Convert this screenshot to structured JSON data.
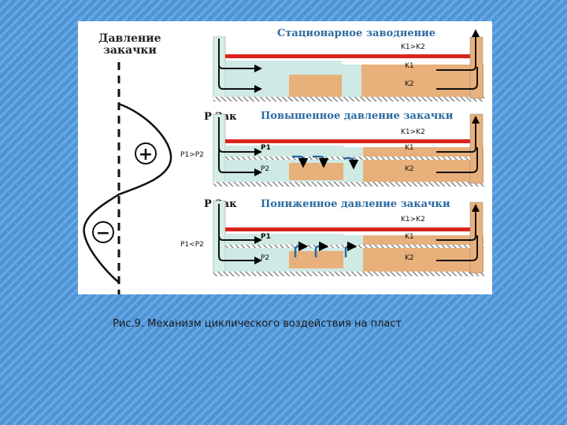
{
  "caption": "Рис.9. Механизм циклического воздействия на пласт",
  "pressure_axis": {
    "title_line1": "Давление",
    "title_line2": "закачки",
    "plus_symbol": "+",
    "minus_symbol": "−",
    "label_p1_gt_p2": "P1>P2",
    "label_p1_lt_p2": "P1<P2"
  },
  "panels": [
    {
      "title": "Стационарное заводнение",
      "p_zak": "",
      "k_relation": "K1>K2",
      "left_labels": [
        "",
        ""
      ],
      "right_labels": [
        "K1",
        "K2"
      ],
      "flow": "none"
    },
    {
      "title": "Повышенное давление закачки",
      "p_zak": "Р Зак",
      "k_relation": "K1>K2",
      "left_labels": [
        "P1",
        "P2"
      ],
      "right_labels": [
        "K1",
        "K2"
      ],
      "flow": "down"
    },
    {
      "title": "Пониженное давление закачки",
      "p_zak": "Р Зак",
      "k_relation": "K1>K2",
      "left_labels": [
        "P1",
        "P2"
      ],
      "right_labels": [
        "K1",
        "K2"
      ],
      "flow": "up"
    }
  ],
  "colors": {
    "page_bg": "#4e95d8",
    "header_text": "#2b6aa0",
    "high_perm_layer": "#d9251d",
    "low_perm_zone": "#e8b07a",
    "flooded_zone": "#cfe9e4",
    "well_fill": "#d5efe8"
  }
}
